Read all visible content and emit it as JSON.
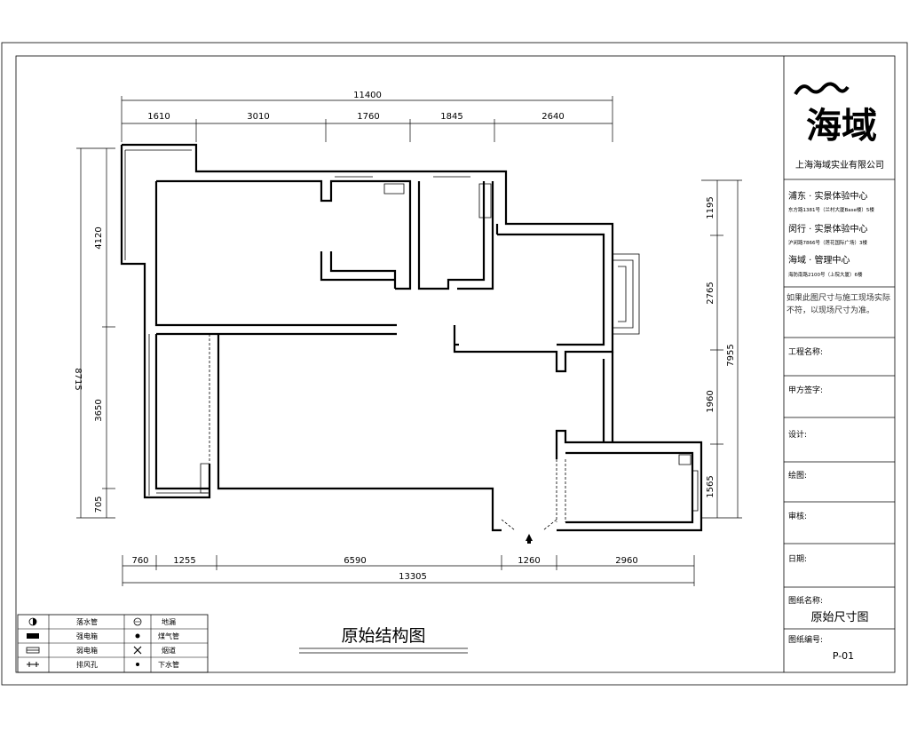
{
  "company": {
    "logo_text": "海域",
    "name": "上海海域实业有限公司",
    "centers": [
      {
        "title": "浦东 · 实景体验中心",
        "address": "东方路1381号（兰村大厦Base楼）5楼"
      },
      {
        "title": "闵行 · 实景体验中心",
        "address": "沪闵路7866号（莲花国际广场）3楼"
      },
      {
        "title": "海域 · 管理中心",
        "address": "海防南路2100号（上院大厦）6楼"
      }
    ],
    "notice": "如果此图尺寸与施工现场实际不符，以现场尺寸为准。"
  },
  "title_block": {
    "project_label": "工程名称:",
    "client_label": "甲方签字:",
    "design_label": "设计:",
    "drawing_label": "绘图:",
    "review_label": "审核:",
    "date_label": "日期:",
    "drawing_name_label": "图纸名称:",
    "drawing_name": "原始尺寸图",
    "drawing_no_label": "图纸编号:",
    "drawing_no": "P-01"
  },
  "plan": {
    "title": "原始结构图",
    "top_dims": {
      "total": "11400",
      "segments": [
        "1610",
        "3010",
        "1760",
        "1845",
        "2640"
      ]
    },
    "bottom_dims": {
      "total": "13305",
      "segments": [
        "760",
        "1255",
        "6590",
        "1260",
        "2960"
      ]
    },
    "left_dims": {
      "total": "8715",
      "segments": [
        "4120",
        "3650",
        "705"
      ]
    },
    "right_dims": {
      "total": "7955",
      "segments": [
        "1195",
        "2765",
        "1960",
        "1565"
      ]
    }
  },
  "legend": [
    {
      "label": "落水管",
      "icon": "half-circle-icon"
    },
    {
      "label": "地漏",
      "icon": "floor-drain-icon"
    },
    {
      "label": "强电箱",
      "icon": "power-box-icon"
    },
    {
      "label": "煤气管",
      "icon": "gas-pipe-icon"
    },
    {
      "label": "弱电箱",
      "icon": "weak-box-icon"
    },
    {
      "label": "烟道",
      "icon": "flue-icon"
    },
    {
      "label": "排风孔",
      "icon": "exhaust-icon"
    },
    {
      "label": "下水管",
      "icon": "drain-pipe-icon"
    }
  ]
}
